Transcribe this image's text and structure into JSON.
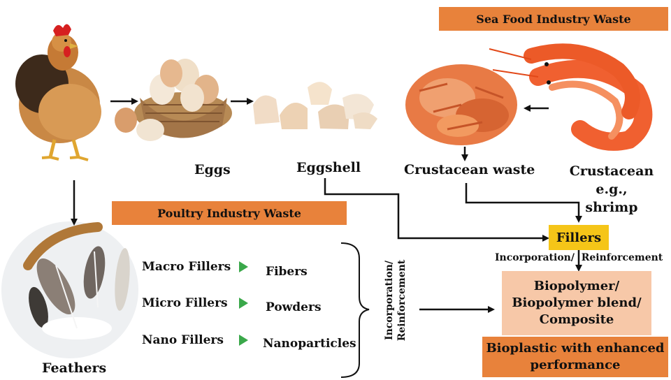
{
  "sea_food_banner": "Sea Food Industry Waste",
  "poultry_banner": "Poultry Industry Waste",
  "labels": {
    "eggs": "Eggs",
    "eggshell": "Eggshell",
    "crustacean_waste": "Crustacean waste",
    "crustacean_example_line1": "Crustacean e.g.,",
    "crustacean_example_line2": "shrimp",
    "feathers": "Feathers"
  },
  "fillers": [
    {
      "size": "Macro Fillers",
      "form": "Fibers"
    },
    {
      "size": "Micro Fillers",
      "form": "Powders"
    },
    {
      "size": "Nano Fillers",
      "form": "Nanoparticles"
    }
  ],
  "incorporation_vertical_line1": "Incorporation/",
  "incorporation_vertical_line2": "Reinforcement",
  "fillers_box": "Fillers",
  "incorporation_line": "Incorporation/  Reinforcement",
  "biopolymer_box": {
    "line1": "Biopolymer/",
    "line2": "Biopolymer blend/",
    "line3": "Composite"
  },
  "bioplastic_box": {
    "line1": "Bioplastic with enhanced",
    "line2": "performance"
  },
  "colors": {
    "orange_banner": "#e8823b",
    "fillers_yellow": "#f5c518",
    "biopolymer_peach": "#f7c8a8",
    "triangle_green": "#3aa84a"
  }
}
